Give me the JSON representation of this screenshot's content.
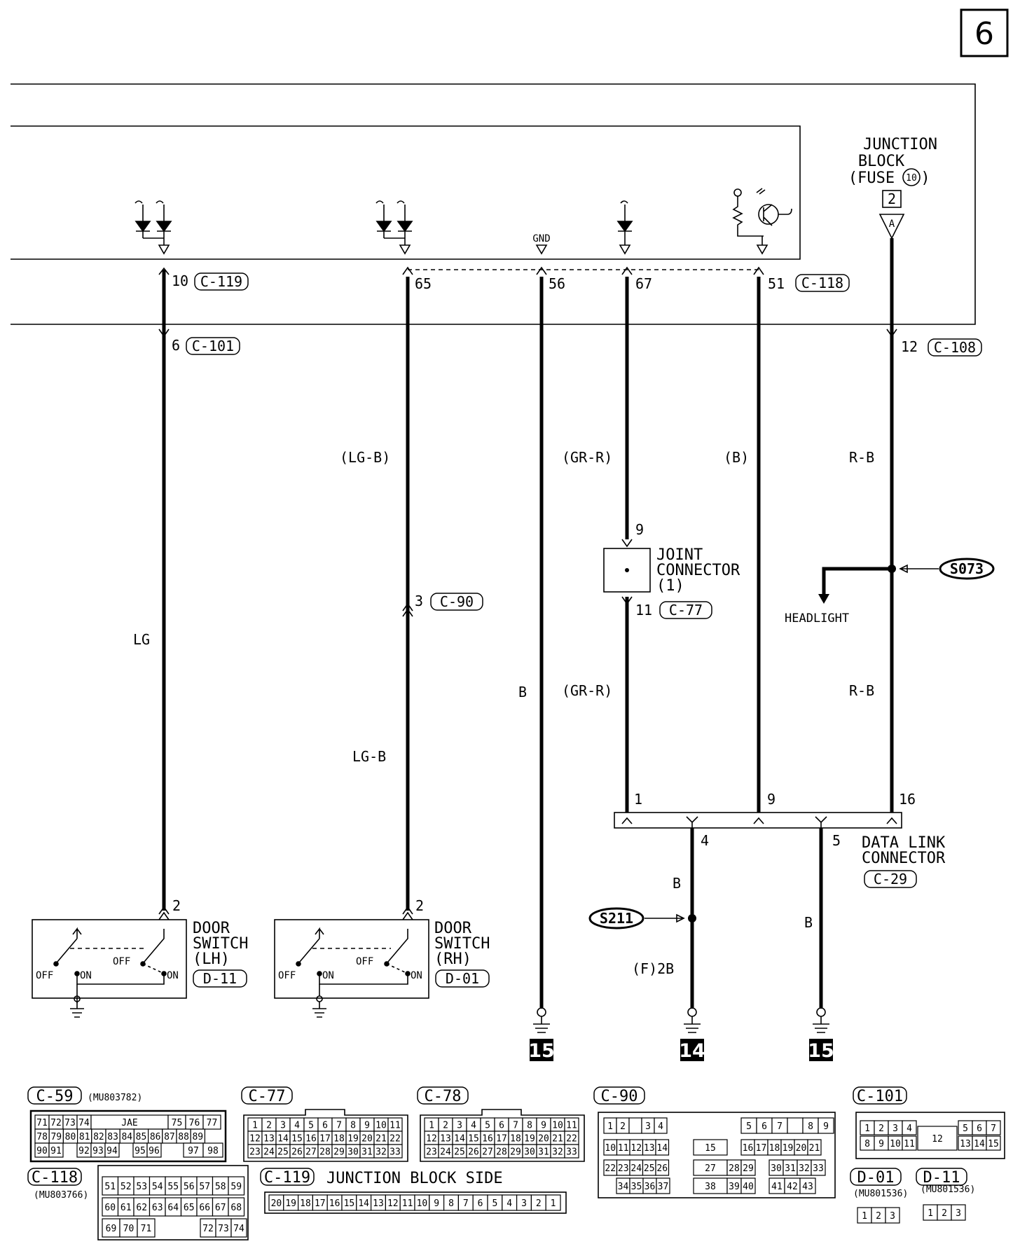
{
  "page": {
    "number": "6"
  },
  "junction_block": {
    "title_line1": "JUNCTION",
    "title_line2": "BLOCK",
    "fuse_label": "(FUSE",
    "fuse_number": "10",
    "fuse_close": ")",
    "box_number": "2",
    "terminal_letter": "A"
  },
  "ecu": {
    "gnd_label": "GND"
  },
  "pins": {
    "p10": "10",
    "p65": "65",
    "p56": "56",
    "p67": "67",
    "p51": "51",
    "p6": "6",
    "p12": "12",
    "jc9": "9",
    "jc11": "11",
    "c90_3": "3",
    "dl1": "1",
    "dl9": "9",
    "dl16": "16",
    "dl4": "4",
    "dl5": "5",
    "ds_lh_2": "2",
    "ds_rh_2": "2"
  },
  "connectors": {
    "c119": "C-119",
    "c118": "C-118",
    "c101": "C-101",
    "c108": "C-108",
    "c77": "C-77",
    "c90": "C-90",
    "c29": "C-29",
    "d11": "D-11",
    "d01": "D-01",
    "c59": "C-59",
    "c78": "C-78"
  },
  "wires": {
    "lg": "LG",
    "lgb_paren": "(LG-B)",
    "lgb": "LG-B",
    "b56": "B",
    "grr_top": "(GR-R)",
    "grr_bottom": "(GR-R)",
    "b_paren": "(B)",
    "rb_top": "R-B",
    "rb_bottom": "R-B",
    "b_dl4": "B",
    "b_dl5": "B",
    "f2b": "(F)2B"
  },
  "joint_connector": {
    "line1": "JOINT",
    "line2": "CONNECTOR",
    "line3": "(1)"
  },
  "splices": {
    "s073": "S073",
    "s211": "S211"
  },
  "headlight": "HEADLIGHT",
  "data_link": {
    "line1": "DATA LINK",
    "line2": "CONNECTOR"
  },
  "door_switch_lh": {
    "line1": "DOOR",
    "line2": "SWITCH",
    "line3": "(LH)",
    "off1": "OFF",
    "off2": "OFF",
    "on1": "ON",
    "on2": "ON"
  },
  "door_switch_rh": {
    "line1": "DOOR",
    "line2": "SWITCH",
    "line3": "(RH)",
    "off1": "OFF",
    "off2": "OFF",
    "on1": "ON",
    "on2": "ON"
  },
  "grounds": {
    "g1": "15",
    "g2": "14",
    "g3": "15"
  },
  "connector_views": {
    "c59": {
      "label": "C-59",
      "part": "(MU803782)",
      "jae": "JAE",
      "row1a": [
        "71",
        "72",
        "73",
        "74"
      ],
      "row1b": [
        "75",
        "76",
        "77"
      ],
      "row2": [
        "78",
        "79",
        "80",
        "81",
        "82",
        "83",
        "84",
        "85",
        "86",
        "87",
        "88",
        "89"
      ],
      "row3a": [
        "90",
        "91"
      ],
      "row3b": [
        "92",
        "93",
        "94"
      ],
      "row3c": [
        "95",
        "96"
      ],
      "row3d": [
        "97",
        "98"
      ]
    },
    "c77": {
      "label": "C-77",
      "row1": [
        "1",
        "2",
        "3",
        "4",
        "5",
        "6",
        "7",
        "8",
        "9",
        "10",
        "11"
      ],
      "row2": [
        "12",
        "13",
        "14",
        "15",
        "16",
        "17",
        "18",
        "19",
        "20",
        "21",
        "22"
      ],
      "row3": [
        "23",
        "24",
        "25",
        "26",
        "27",
        "28",
        "29",
        "30",
        "31",
        "32",
        "33"
      ]
    },
    "c78": {
      "label": "C-78",
      "row1": [
        "1",
        "2",
        "3",
        "4",
        "5",
        "6",
        "7",
        "8",
        "9",
        "10",
        "11"
      ],
      "row2": [
        "12",
        "13",
        "14",
        "15",
        "16",
        "17",
        "18",
        "19",
        "20",
        "21",
        "22"
      ],
      "row3": [
        "23",
        "24",
        "25",
        "26",
        "27",
        "28",
        "29",
        "30",
        "31",
        "32",
        "33"
      ]
    },
    "c90": {
      "label": "C-90",
      "r1a": [
        "1",
        "2"
      ],
      "r1b": [
        "3",
        "4"
      ],
      "r1c": [
        "5",
        "6",
        "7"
      ],
      "r1d": [
        "8",
        "9"
      ],
      "r2a": [
        "10",
        "11",
        "12",
        "13",
        "14"
      ],
      "r2mid": "15",
      "r2b": [
        "16",
        "17",
        "18",
        "19",
        "20",
        "21"
      ],
      "r3a": [
        "22",
        "23",
        "24",
        "25",
        "26"
      ],
      "r3mid": "27",
      "r3b": [
        "28",
        "29"
      ],
      "r3c": [
        "30",
        "31",
        "32",
        "33"
      ],
      "r4a": [
        "34",
        "35",
        "36",
        "37"
      ],
      "r4mid": "38",
      "r4b": [
        "39",
        "40"
      ],
      "r4c": [
        "41",
        "42",
        "43"
      ]
    },
    "c101": {
      "label": "C-101",
      "r1a": [
        "1",
        "2",
        "3",
        "4"
      ],
      "r1b": [
        "5",
        "6",
        "7"
      ],
      "r2a": [
        "8",
        "9",
        "10",
        "11"
      ],
      "mid": "12",
      "r2b": [
        "13",
        "14",
        "15"
      ]
    },
    "c118": {
      "label": "C-118",
      "part": "(MU803766)",
      "row1": [
        "51",
        "52",
        "53",
        "54",
        "55",
        "56",
        "57",
        "58",
        "59"
      ],
      "row2": [
        "60",
        "61",
        "62",
        "63",
        "64",
        "65",
        "66",
        "67",
        "68"
      ],
      "row3a": [
        "69",
        "70",
        "71"
      ],
      "row3b": [
        "72",
        "73",
        "74"
      ]
    },
    "c119": {
      "label": "C-119",
      "caption": "JUNCTION BLOCK SIDE",
      "row": [
        "20",
        "19",
        "18",
        "17",
        "16",
        "15",
        "14",
        "13",
        "12",
        "11",
        "10",
        "9",
        "8",
        "7",
        "6",
        "5",
        "4",
        "3",
        "2",
        "1"
      ]
    },
    "d01": {
      "label": "D-01",
      "part": "(MU801536)",
      "row": [
        "1",
        "2",
        "3"
      ]
    },
    "d11": {
      "label": "D-11",
      "part": "(MU801536)",
      "row": [
        "1",
        "2",
        "3"
      ]
    }
  }
}
